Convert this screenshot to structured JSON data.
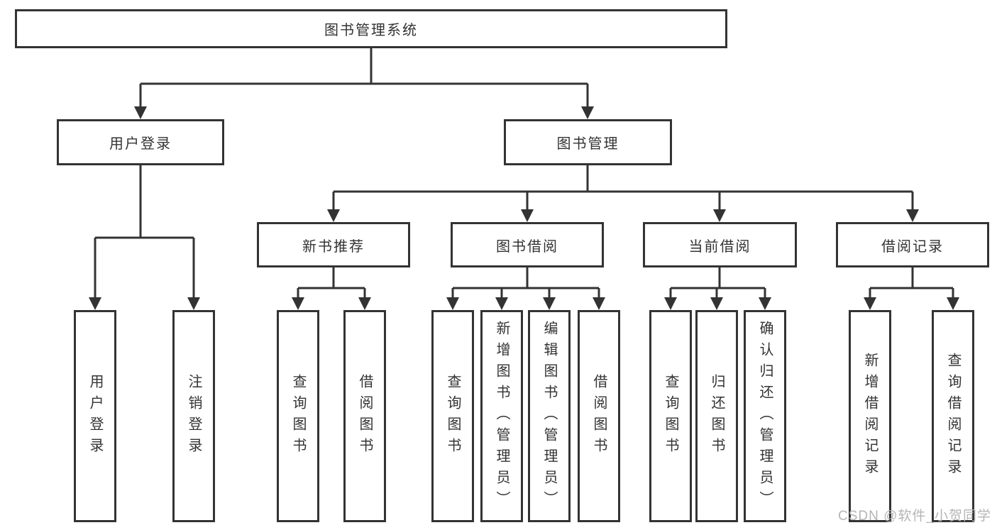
{
  "diagram": {
    "title": "图书管理系统",
    "nodes": {
      "root": "图书管理系统",
      "l2": [
        "用户登录",
        "图书管理"
      ],
      "l3": [
        "新书推荐",
        "图书借阅",
        "当前借阅",
        "借阅记录"
      ],
      "l4_login": [
        "用户登录",
        "注销登录"
      ],
      "l4_new": [
        "查询图书",
        "借阅图书"
      ],
      "l4_borrow": [
        "查询图书",
        "新增图书（管理员）",
        "编辑图书（管理员）",
        "借阅图书"
      ],
      "l4_current": [
        "查询图书",
        "归还图书",
        "确认归还（管理员）"
      ],
      "l4_record": [
        "新增借阅记录",
        "查询借阅记录"
      ]
    },
    "colors": {
      "line": "#333333",
      "text": "#333333",
      "box_fill": "#ffffff",
      "background": "#ffffff",
      "watermark": "#b5b5b5"
    }
  },
  "watermark": {
    "text": "CSDN @软件_小贺同学"
  }
}
